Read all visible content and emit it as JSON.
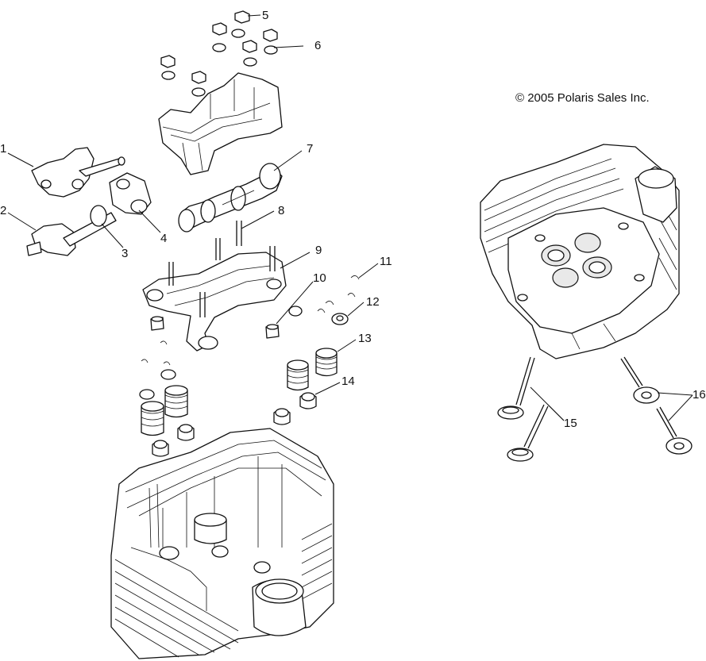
{
  "copyright": "© 2005 Polaris Sales Inc.",
  "callouts": [
    "1",
    "2",
    "3",
    "4",
    "5",
    "6",
    "7",
    "8",
    "9",
    "10",
    "11",
    "12",
    "13",
    "14",
    "15",
    "16"
  ]
}
